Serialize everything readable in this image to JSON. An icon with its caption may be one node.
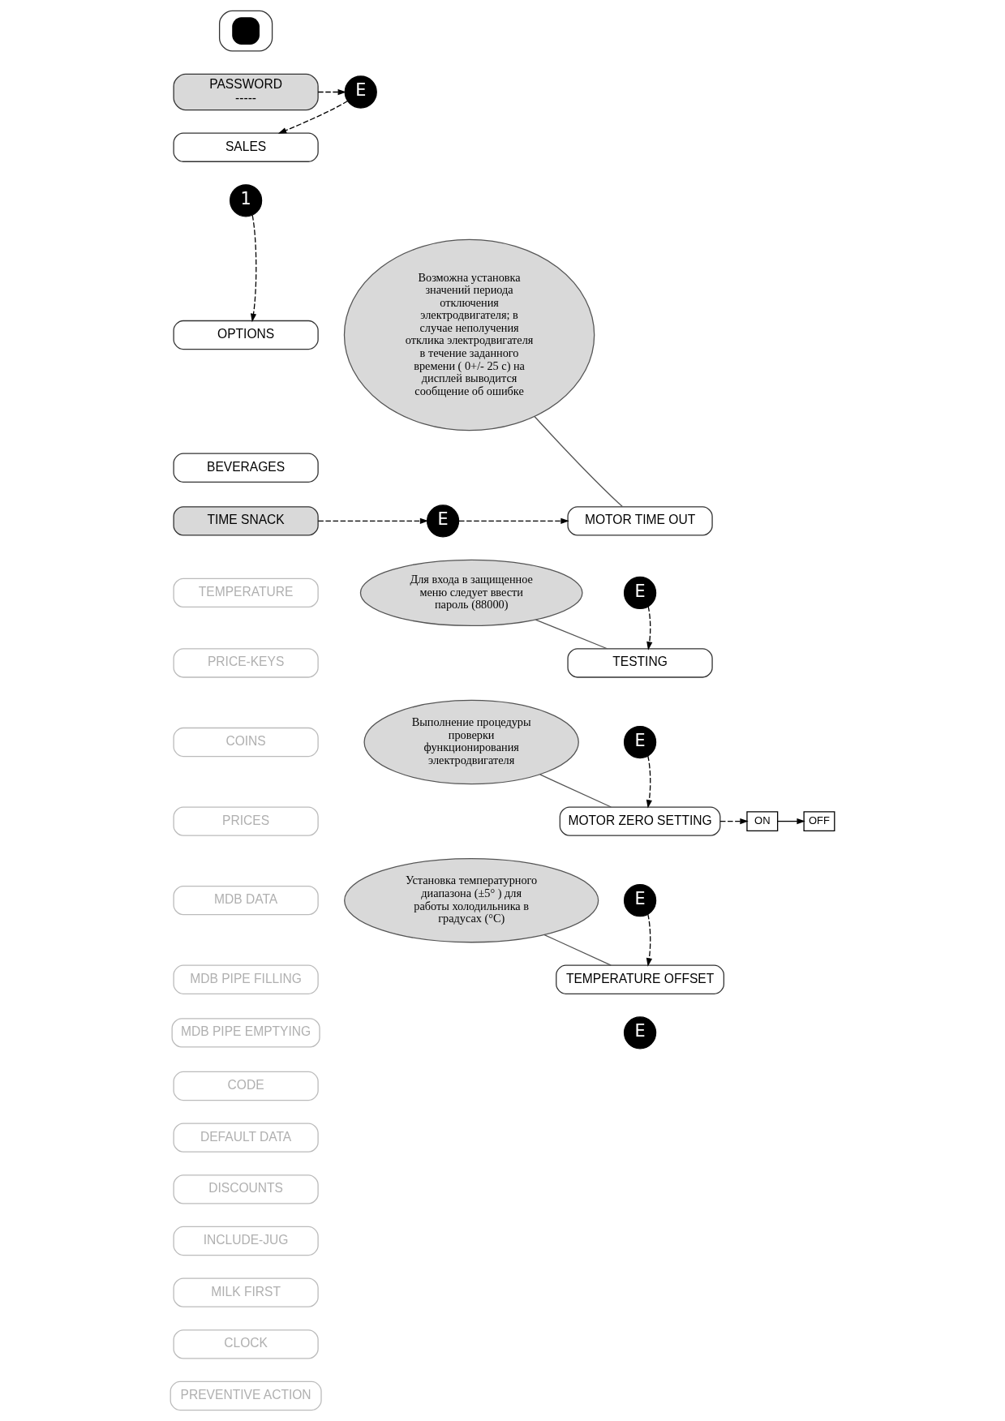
{
  "diagram": {
    "nodes": [
      {
        "text": [],
        "shape": "box"
      },
      {
        "text": [
          "PASSWORD",
          "-----"
        ]
      },
      {
        "text": [
          "E"
        ]
      },
      {
        "text": [
          "SALES"
        ]
      },
      {
        "text": [
          "1"
        ]
      },
      {
        "text": [
          "OPTIONS"
        ]
      },
      {
        "text": [
          "BEVERAGES"
        ]
      },
      {
        "text": [
          "TIME SNACK"
        ]
      },
      {
        "text": [
          "E"
        ]
      },
      {
        "text": [
          "MOTOR TIME OUT"
        ]
      },
      {
        "text": [
          "E"
        ]
      },
      {
        "text": [
          "TESTING"
        ]
      },
      {
        "text": [
          "E"
        ]
      },
      {
        "text": [
          "MOTOR ZERO SETTING"
        ]
      },
      {
        "text": [
          "ON"
        ]
      },
      {
        "text": [
          "OFF"
        ]
      },
      {
        "text": [
          "E"
        ]
      },
      {
        "text": [
          "TEMPERATURE OFFSET"
        ]
      },
      {
        "text": [
          "E"
        ]
      },
      {
        "text": [
          "TEMPERATURE"
        ]
      },
      {
        "text": [
          "PRICE-KEYS"
        ]
      },
      {
        "text": [
          "COINS"
        ]
      },
      {
        "text": [
          "PRICES"
        ]
      },
      {
        "text": [
          "MDB DATA"
        ]
      },
      {
        "text": [
          "MDB PIPE FILLING"
        ]
      },
      {
        "text": [
          "MDB PIPE EMPTYING"
        ]
      },
      {
        "text": [
          "CODE"
        ]
      },
      {
        "text": [
          "DEFAULT DATA"
        ]
      },
      {
        "text": [
          "DISCOUNTS"
        ]
      },
      {
        "text": [
          "INCLUDE-JUG"
        ]
      },
      {
        "text": [
          "MILK FIRST"
        ]
      },
      {
        "text": [
          "CLOCK"
        ]
      },
      {
        "text": [
          "PREVENTIVE ACTION"
        ]
      },
      {
        "text": [
          "Возможна установка значений периода  отключения электродвигателя; в случае неполучения отклика электродвигателя в течение заданного времени ( 0+/- 25 с) на дисплей выводится сообщение об ошибке"
        ]
      },
      {
        "text": [
          "Для входа в защищенное меню следует ввести пароль (88000)"
        ]
      },
      {
        "text": [
          "Выполнение процедуры проверки функционирования электродвигателя"
        ]
      },
      {
        "text": [
          "Установка температурного диапазона (±5° ) для работы холодильника в градусах (°C)"
        ]
      }
    ],
    "edges": [
      {
        "from": 1,
        "to": 2,
        "arrow": "to",
        "style": "dashed"
      },
      {
        "from": 2,
        "to": 3,
        "arrow": "to",
        "style": "dashed"
      },
      {
        "from": 4,
        "to": 5,
        "arrow": "to",
        "style": "dashed"
      },
      {
        "from": 7,
        "to": 8,
        "arrow": "to",
        "style": "dashed"
      },
      {
        "from": 8,
        "to": 9,
        "arrow": "to",
        "style": "dashed"
      },
      {
        "from": 10,
        "to": 11,
        "arrow": "to",
        "style": "dashed"
      },
      {
        "from": 12,
        "to": 13,
        "arrow": "to",
        "style": "dashed"
      },
      {
        "from": 13,
        "to": 14,
        "arrow": "to",
        "style": "dashed"
      },
      {
        "from": 14,
        "to": 15,
        "arrow": "to"
      },
      {
        "from": 16,
        "to": 17,
        "arrow": "to",
        "style": "dashed"
      },
      {
        "from": 33,
        "to": 9,
        "arrow": "none"
      },
      {
        "from": 34,
        "to": 11,
        "arrow": "none"
      },
      {
        "from": 35,
        "to": 13,
        "arrow": "none"
      },
      {
        "from": 36,
        "to": 17,
        "arrow": "none"
      }
    ]
  }
}
